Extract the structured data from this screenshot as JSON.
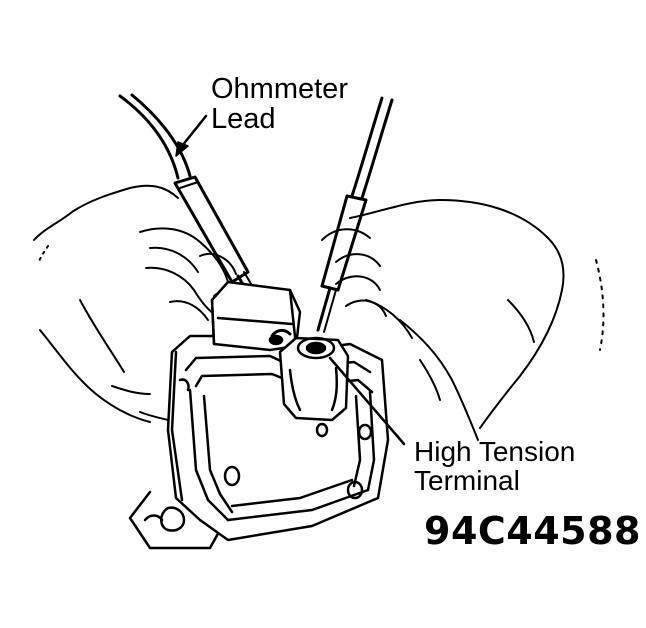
{
  "labels": {
    "ohmmeter_lead": [
      "Ohmmeter",
      "Lead"
    ],
    "high_tension_terminal": [
      "High Tension",
      "Terminal"
    ]
  },
  "figure_code": "94C44588",
  "colors": {
    "ink": "#000000",
    "paper": "#ffffff"
  }
}
